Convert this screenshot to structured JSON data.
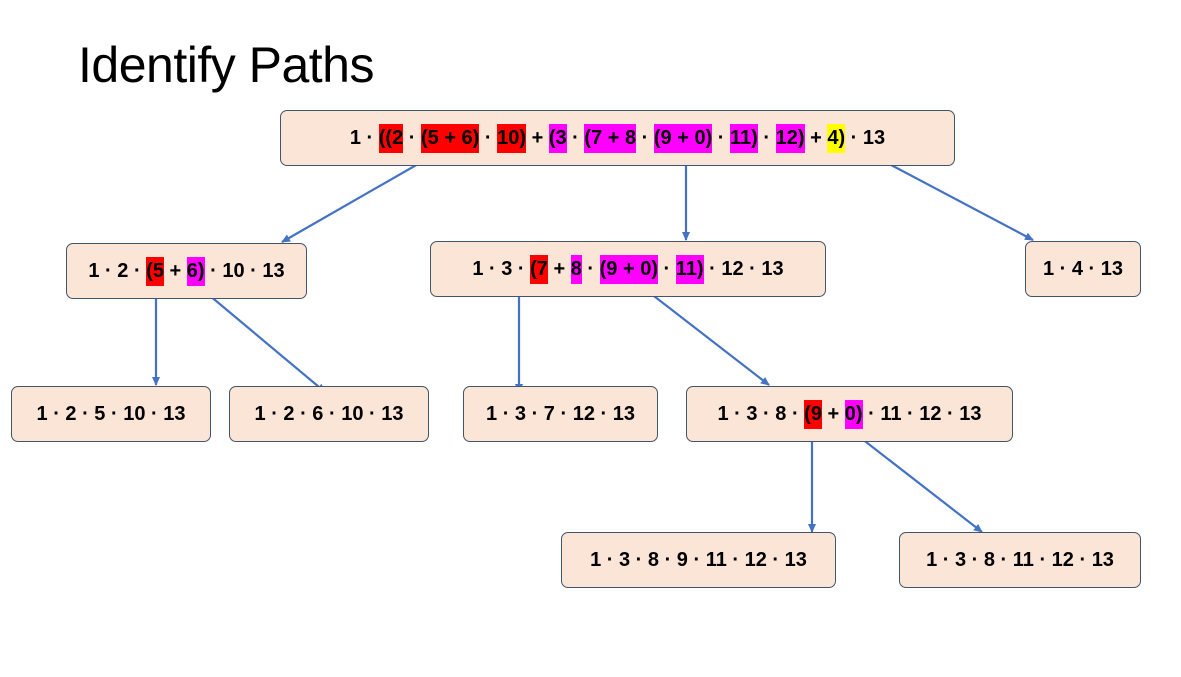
{
  "title": "Identify Paths",
  "colors": {
    "node_fill": "#fbe5d6",
    "node_border": "#44546a",
    "edge": "#4472c4",
    "red": "#ff0000",
    "magenta": "#ff00ff",
    "yellow": "#ffff00"
  },
  "nodes": [
    {
      "id": "root",
      "segments": [
        {
          "t": "1 · "
        },
        {
          "t": "((2",
          "c": "red"
        },
        {
          "t": " · "
        },
        {
          "t": "(5 + 6)",
          "c": "red"
        },
        {
          "t": " · "
        },
        {
          "t": "10)",
          "c": "red"
        },
        {
          "t": " + "
        },
        {
          "t": "(3",
          "c": "magenta"
        },
        {
          "t": " · "
        },
        {
          "t": "(7 + 8",
          "c": "magenta"
        },
        {
          "t": " · "
        },
        {
          "t": "(9 + 0)",
          "c": "magenta"
        },
        {
          "t": " · "
        },
        {
          "t": "11)",
          "c": "magenta"
        },
        {
          "t": " · "
        },
        {
          "t": "12)",
          "c": "magenta"
        },
        {
          "t": " + "
        },
        {
          "t": "4)",
          "c": "yellow"
        },
        {
          "t": " · 13"
        }
      ]
    },
    {
      "id": "n-2",
      "segments": [
        {
          "t": "1 · 2 · "
        },
        {
          "t": "(5",
          "c": "red"
        },
        {
          "t": " + "
        },
        {
          "t": "6)",
          "c": "magenta"
        },
        {
          "t": " · 10 · 13"
        }
      ]
    },
    {
      "id": "n-3",
      "segments": [
        {
          "t": "1 · 3 · "
        },
        {
          "t": "(7",
          "c": "red"
        },
        {
          "t": " + "
        },
        {
          "t": "8",
          "c": "magenta"
        },
        {
          "t": " · "
        },
        {
          "t": "(9 + 0)",
          "c": "magenta"
        },
        {
          "t": " · "
        },
        {
          "t": "11)",
          "c": "magenta"
        },
        {
          "t": " · 12 · 13"
        }
      ]
    },
    {
      "id": "n-4",
      "segments": [
        {
          "t": "1 · 4 · 13"
        }
      ]
    },
    {
      "id": "n-2-5",
      "segments": [
        {
          "t": "1 · 2 · 5 · 10 · 13"
        }
      ]
    },
    {
      "id": "n-2-6",
      "segments": [
        {
          "t": "1 · 2 · 6 · 10 · 13"
        }
      ]
    },
    {
      "id": "n-3-7",
      "segments": [
        {
          "t": "1 · 3 · 7 · 12 · 13"
        }
      ]
    },
    {
      "id": "n-3-8",
      "segments": [
        {
          "t": "1 · 3 · 8 · "
        },
        {
          "t": "(9",
          "c": "red"
        },
        {
          "t": " + "
        },
        {
          "t": "0)",
          "c": "magenta"
        },
        {
          "t": " · 11 · 12 · 13"
        }
      ]
    },
    {
      "id": "n-3-8-9",
      "segments": [
        {
          "t": "1 · 3 · 8 · 9 · 11 · 12 · 13"
        }
      ]
    },
    {
      "id": "n-3-8-11",
      "segments": [
        {
          "t": "1 · 3 · 8 · 11 · 12 · 13"
        }
      ]
    }
  ],
  "edges": [
    {
      "from": "root",
      "to": "n-2"
    },
    {
      "from": "root",
      "to": "n-3"
    },
    {
      "from": "root",
      "to": "n-4"
    },
    {
      "from": "n-2",
      "to": "n-2-5"
    },
    {
      "from": "n-2",
      "to": "n-2-6"
    },
    {
      "from": "n-3",
      "to": "n-3-7"
    },
    {
      "from": "n-3",
      "to": "n-3-8"
    },
    {
      "from": "n-3-8",
      "to": "n-3-8-9"
    },
    {
      "from": "n-3-8",
      "to": "n-3-8-11"
    }
  ]
}
